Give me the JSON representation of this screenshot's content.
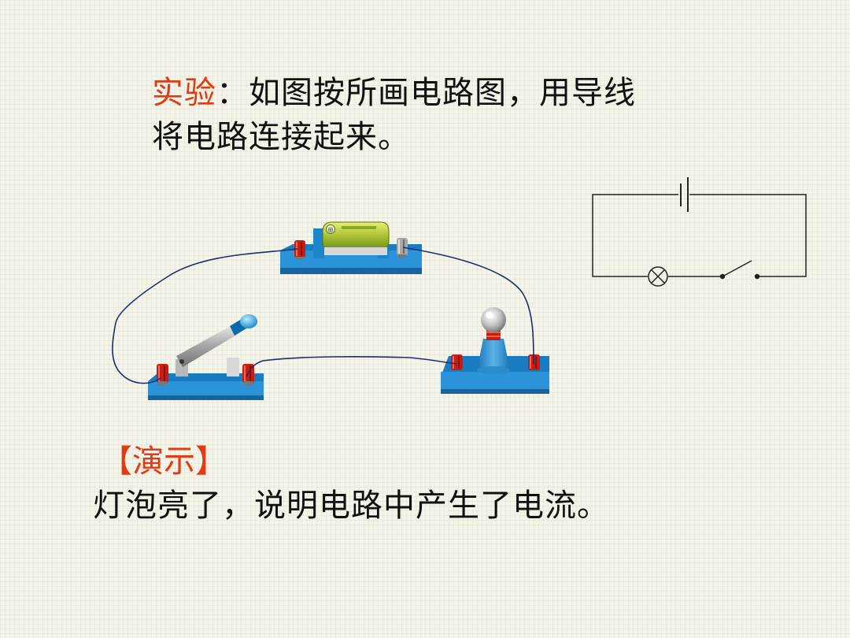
{
  "heading": {
    "label": "实验",
    "text_line1": "：如图按所画电路图，用导线",
    "text_line2": "将电路连接起来。"
  },
  "components": {
    "battery_mark": "⊕"
  },
  "demo": {
    "label": "【演示】",
    "text": "灯泡亮了，说明电路中产生了电流。"
  },
  "colors": {
    "accent": "#e23a12",
    "base_blue": "#1a86cc",
    "terminal_red": "#c81e12",
    "wire": "#1f2d6b"
  },
  "icons": [
    "battery-icon",
    "bulb-icon",
    "switch-icon",
    "lamp-symbol-icon",
    "cell-symbol-icon",
    "switch-symbol-icon"
  ]
}
